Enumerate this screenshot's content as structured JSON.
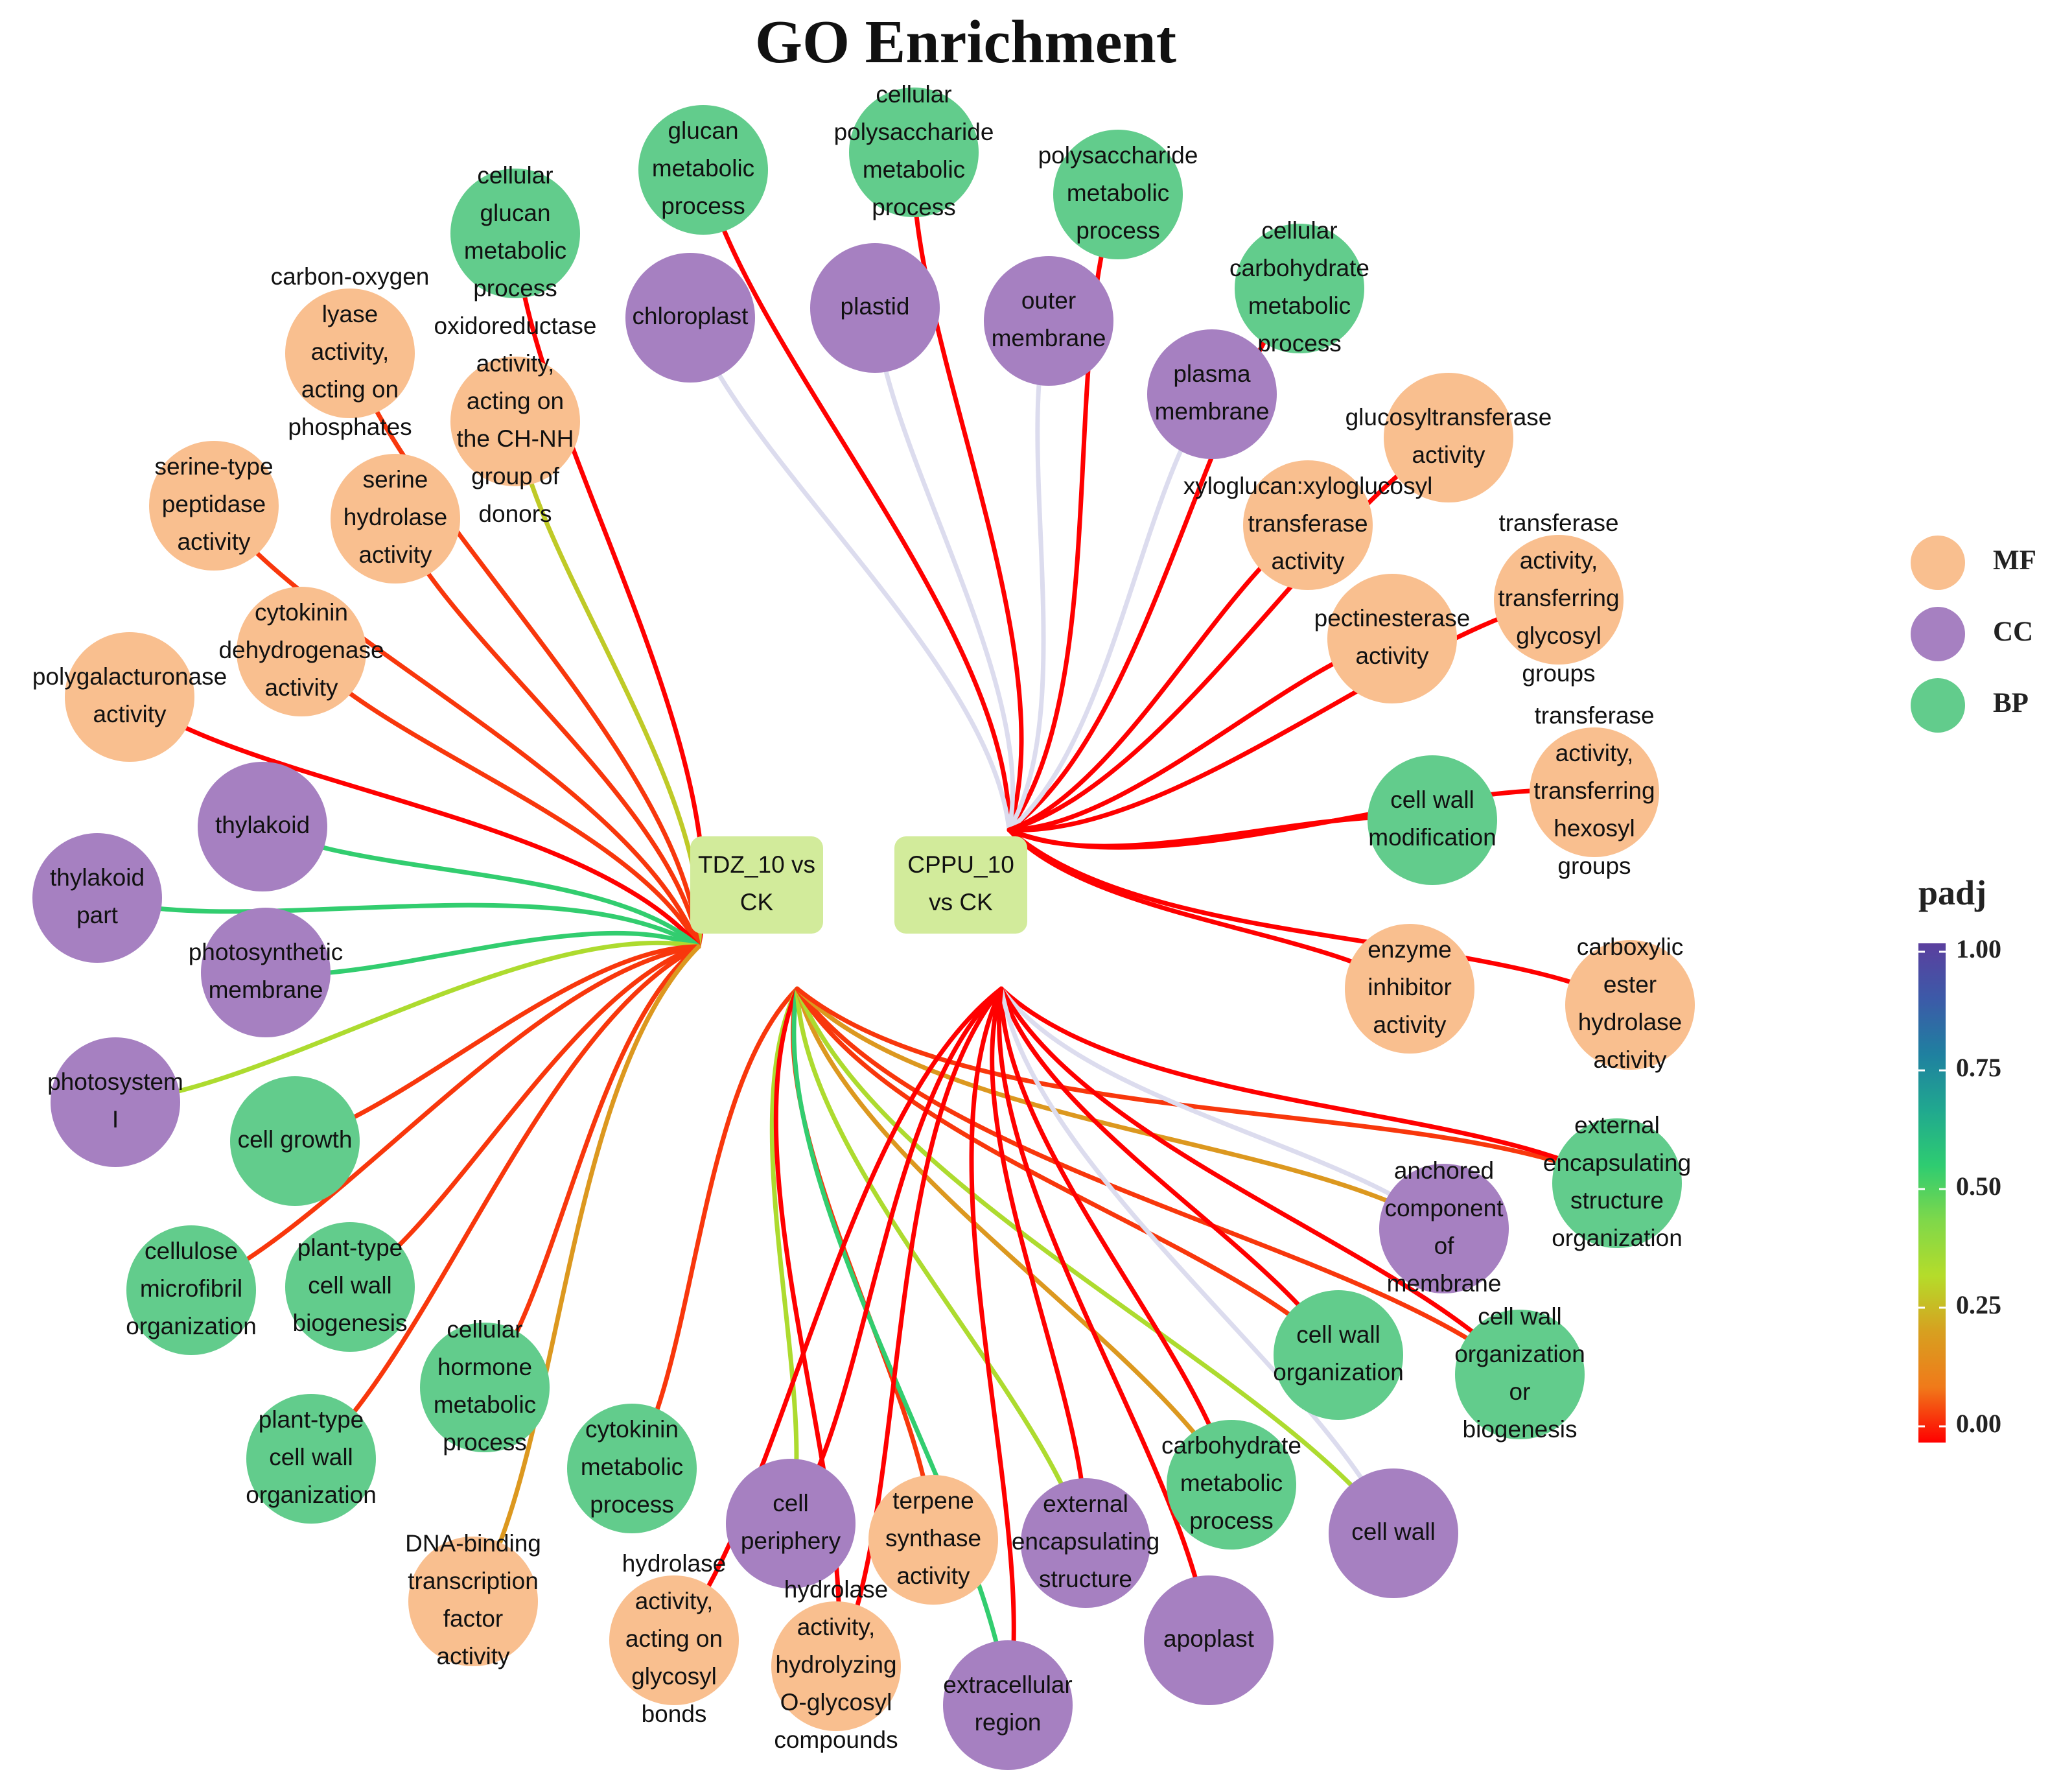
{
  "title": "GO Enrichment",
  "colors": {
    "MF": "#f9bf8f",
    "CC": "#a680c1",
    "BP": "#62cc8c",
    "hub": "#d2eb9b",
    "edge_low": "#ff1a1a",
    "edge_high": "#dcdcee"
  },
  "hubs": [
    {
      "id": "tdz",
      "label": [
        "TDZ_10 vs",
        "CK"
      ]
    },
    {
      "id": "cppu",
      "label": [
        "CPPU_10",
        "vs CK"
      ]
    }
  ],
  "legend": {
    "items": [
      {
        "label": "MF",
        "category": "MF"
      },
      {
        "label": "CC",
        "category": "CC"
      },
      {
        "label": "BP",
        "category": "BP"
      }
    ]
  },
  "color_scale": {
    "title": "padj",
    "ticks": [
      "1.00",
      "0.75",
      "0.50",
      "0.25",
      "0.00"
    ],
    "stops": [
      "#ff0000",
      "#f07a1a",
      "#d7a020",
      "#b5dc2a",
      "#7fd84a",
      "#2ecc71",
      "#20a88f",
      "#1f80a0",
      "#3c5aa8",
      "#5b3f9e"
    ]
  },
  "terms": [
    {
      "id": "glucan-metabolic",
      "cat": "BP",
      "label": [
        "glucan",
        "metabolic",
        "process"
      ]
    },
    {
      "id": "cellular-polysaccharide",
      "cat": "BP",
      "label": [
        "cellular",
        "polysaccharide",
        "metabolic",
        "process"
      ]
    },
    {
      "id": "polysaccharide-metabolic",
      "cat": "BP",
      "label": [
        "polysaccharide",
        "metabolic",
        "process"
      ]
    },
    {
      "id": "cellular-glucan",
      "cat": "BP",
      "label": [
        "cellular",
        "glucan",
        "metabolic",
        "process"
      ]
    },
    {
      "id": "cellular-carbohydrate",
      "cat": "BP",
      "label": [
        "cellular",
        "carbohydrate",
        "metabolic",
        "process"
      ]
    },
    {
      "id": "chloroplast",
      "cat": "CC",
      "label": [
        "chloroplast"
      ]
    },
    {
      "id": "plastid",
      "cat": "CC",
      "label": [
        "plastid"
      ]
    },
    {
      "id": "outer-membrane",
      "cat": "CC",
      "label": [
        "outer",
        "membrane"
      ]
    },
    {
      "id": "plasma-membrane",
      "cat": "CC",
      "label": [
        "plasma",
        "membrane"
      ]
    },
    {
      "id": "carbon-oxygen-lyase",
      "cat": "MF",
      "label": [
        "carbon-oxygen",
        "lyase",
        "activity,",
        "acting on",
        "phosphates"
      ]
    },
    {
      "id": "oxidoreductase-ch-nh",
      "cat": "MF",
      "label": [
        "oxidoreductase",
        "activity,",
        "acting on",
        "the CH-NH",
        "group of",
        "donors"
      ]
    },
    {
      "id": "glucosyltransferase",
      "cat": "MF",
      "label": [
        "glucosyltransferase",
        "activity"
      ]
    },
    {
      "id": "xyloglucan-transferase",
      "cat": "MF",
      "label": [
        "xyloglucan:xyloglucosyl",
        "transferase",
        "activity"
      ]
    },
    {
      "id": "serine-peptidase",
      "cat": "MF",
      "label": [
        "serine-type",
        "peptidase",
        "activity"
      ]
    },
    {
      "id": "serine-hydrolase",
      "cat": "MF",
      "label": [
        "serine",
        "hydrolase",
        "activity"
      ]
    },
    {
      "id": "transferase-glycosyl",
      "cat": "MF",
      "label": [
        "transferase",
        "activity,",
        "transferring",
        "glycosyl",
        "groups"
      ]
    },
    {
      "id": "pectinesterase",
      "cat": "MF",
      "label": [
        "pectinesterase",
        "activity"
      ]
    },
    {
      "id": "cytokinin-dehydrogenase",
      "cat": "MF",
      "label": [
        "cytokinin",
        "dehydrogenase",
        "activity"
      ]
    },
    {
      "id": "polygalacturonase",
      "cat": "MF",
      "label": [
        "polygalacturonase",
        "activity"
      ]
    },
    {
      "id": "transferase-hexosyl",
      "cat": "MF",
      "label": [
        "transferase",
        "activity,",
        "transferring",
        "hexosyl",
        "groups"
      ]
    },
    {
      "id": "cell-wall-modification",
      "cat": "BP",
      "label": [
        "cell wall",
        "modification"
      ]
    },
    {
      "id": "thylakoid",
      "cat": "CC",
      "label": [
        "thylakoid"
      ]
    },
    {
      "id": "thylakoid-part",
      "cat": "CC",
      "label": [
        "thylakoid",
        "part"
      ]
    },
    {
      "id": "photosynthetic-membrane",
      "cat": "CC",
      "label": [
        "photosynthetic",
        "membrane"
      ]
    },
    {
      "id": "enzyme-inhibitor",
      "cat": "MF",
      "label": [
        "enzyme",
        "inhibitor",
        "activity"
      ]
    },
    {
      "id": "carboxylic-ester-hydrolase",
      "cat": "MF",
      "label": [
        "carboxylic",
        "ester",
        "hydrolase",
        "activity"
      ]
    },
    {
      "id": "photosystem-i",
      "cat": "CC",
      "label": [
        "photosystem",
        "I"
      ]
    },
    {
      "id": "cell-growth",
      "cat": "BP",
      "label": [
        "cell growth"
      ]
    },
    {
      "id": "external-encapsulating-org",
      "cat": "BP",
      "label": [
        "external",
        "encapsulating",
        "structure",
        "organization"
      ]
    },
    {
      "id": "anchored-component",
      "cat": "CC",
      "label": [
        "anchored",
        "component",
        "of",
        "membrane"
      ]
    },
    {
      "id": "cellulose-microfibril",
      "cat": "BP",
      "label": [
        "cellulose",
        "microfibril",
        "organization"
      ]
    },
    {
      "id": "plant-cell-wall-biogenesis",
      "cat": "BP",
      "label": [
        "plant-type",
        "cell wall",
        "biogenesis"
      ]
    },
    {
      "id": "cellular-hormone",
      "cat": "BP",
      "label": [
        "cellular",
        "hormone",
        "metabolic",
        "process"
      ]
    },
    {
      "id": "cell-wall-organization",
      "cat": "BP",
      "label": [
        "cell wall",
        "organization"
      ]
    },
    {
      "id": "cell-wall-org-biogenesis",
      "cat": "BP",
      "label": [
        "cell wall",
        "organization",
        "or",
        "biogenesis"
      ]
    },
    {
      "id": "plant-cell-wall-organization",
      "cat": "BP",
      "label": [
        "plant-type",
        "cell wall",
        "organization"
      ]
    },
    {
      "id": "cytokinin-metabolic",
      "cat": "BP",
      "label": [
        "cytokinin",
        "metabolic",
        "process"
      ]
    },
    {
      "id": "cell-periphery",
      "cat": "CC",
      "label": [
        "cell",
        "periphery"
      ]
    },
    {
      "id": "terpene-synthase",
      "cat": "MF",
      "label": [
        "terpene",
        "synthase",
        "activity"
      ]
    },
    {
      "id": "external-encapsulating-structure",
      "cat": "CC",
      "label": [
        "external",
        "encapsulating",
        "structure"
      ]
    },
    {
      "id": "carbohydrate-metabolic",
      "cat": "BP",
      "label": [
        "carbohydrate",
        "metabolic",
        "process"
      ]
    },
    {
      "id": "cell-wall",
      "cat": "CC",
      "label": [
        "cell wall"
      ]
    },
    {
      "id": "dna-binding-tf",
      "cat": "MF",
      "label": [
        "DNA-binding",
        "transcription",
        "factor",
        "activity"
      ]
    },
    {
      "id": "hydrolase-glycosyl-bonds",
      "cat": "MF",
      "label": [
        "hydrolase",
        "activity,",
        "acting on",
        "glycosyl",
        "bonds"
      ]
    },
    {
      "id": "hydrolase-o-glycosyl",
      "cat": "MF",
      "label": [
        "hydrolase",
        "activity,",
        "hydrolyzing",
        "O-glycosyl",
        "compounds"
      ]
    },
    {
      "id": "extracellular-region",
      "cat": "CC",
      "label": [
        "extracellular",
        "region"
      ]
    },
    {
      "id": "apoplast",
      "cat": "CC",
      "label": [
        "apoplast"
      ]
    }
  ],
  "edges": [
    {
      "hub": "tdz",
      "term": "cellular-glucan",
      "padj": 0.0
    },
    {
      "hub": "tdz",
      "term": "carbon-oxygen-lyase",
      "padj": 0.05
    },
    {
      "hub": "tdz",
      "term": "oxidoreductase-ch-nh",
      "padj": 0.3
    },
    {
      "hub": "tdz",
      "term": "serine-peptidase",
      "padj": 0.05
    },
    {
      "hub": "tdz",
      "term": "serine-hydrolase",
      "padj": 0.05
    },
    {
      "hub": "tdz",
      "term": "cytokinin-dehydrogenase",
      "padj": 0.05
    },
    {
      "hub": "tdz",
      "term": "polygalacturonase",
      "padj": 0.0
    },
    {
      "hub": "tdz",
      "term": "thylakoid",
      "padj": 0.55
    },
    {
      "hub": "tdz",
      "term": "thylakoid-part",
      "padj": 0.55
    },
    {
      "hub": "tdz",
      "term": "photosynthetic-membrane",
      "padj": 0.55
    },
    {
      "hub": "tdz",
      "term": "photosystem-i",
      "padj": 0.35
    },
    {
      "hub": "tdz",
      "term": "cell-growth",
      "padj": 0.05
    },
    {
      "hub": "tdz",
      "term": "cellulose-microfibril",
      "padj": 0.05
    },
    {
      "hub": "tdz",
      "term": "plant-cell-wall-biogenesis",
      "padj": 0.05
    },
    {
      "hub": "tdz",
      "term": "cellular-hormone",
      "padj": 0.05
    },
    {
      "hub": "tdz",
      "term": "plant-cell-wall-organization",
      "padj": 0.05
    },
    {
      "hub": "tdz",
      "term": "cytokinin-metabolic",
      "padj": 0.05
    },
    {
      "hub": "tdz",
      "term": "dna-binding-tf",
      "padj": 0.2
    },
    {
      "hub": "tdz",
      "term": "cell-periphery",
      "padj": 0.35
    },
    {
      "hub": "tdz",
      "term": "terpene-synthase",
      "padj": 0.05
    },
    {
      "hub": "tdz",
      "term": "hydrolase-o-glycosyl",
      "padj": 0.0
    },
    {
      "hub": "tdz",
      "term": "extracellular-region",
      "padj": 0.55
    },
    {
      "hub": "tdz",
      "term": "external-encapsulating-structure",
      "padj": 0.35
    },
    {
      "hub": "tdz",
      "term": "carbohydrate-metabolic",
      "padj": 0.2
    },
    {
      "hub": "tdz",
      "term": "cell-wall",
      "padj": 0.35
    },
    {
      "hub": "tdz",
      "term": "cell-wall-organization",
      "padj": 0.05
    },
    {
      "hub": "tdz",
      "term": "cell-wall-org-biogenesis",
      "padj": 0.05
    },
    {
      "hub": "tdz",
      "term": "anchored-component",
      "padj": 0.2
    },
    {
      "hub": "tdz",
      "term": "external-encapsulating-org",
      "padj": 0.05
    },
    {
      "hub": "cppu",
      "term": "glucan-metabolic",
      "padj": 0.0
    },
    {
      "hub": "cppu",
      "term": "cellular-polysaccharide",
      "padj": 0.0
    },
    {
      "hub": "cppu",
      "term": "polysaccharide-metabolic",
      "padj": 0.0
    },
    {
      "hub": "cppu",
      "term": "cellular-carbohydrate",
      "padj": 0.0
    },
    {
      "hub": "cppu",
      "term": "chloroplast",
      "padj": 1.0
    },
    {
      "hub": "cppu",
      "term": "plastid",
      "padj": 1.0
    },
    {
      "hub": "cppu",
      "term": "outer-membrane",
      "padj": 1.0
    },
    {
      "hub": "cppu",
      "term": "plasma-membrane",
      "padj": 1.0
    },
    {
      "hub": "cppu",
      "term": "glucosyltransferase",
      "padj": 0.0
    },
    {
      "hub": "cppu",
      "term": "xyloglucan-transferase",
      "padj": 0.0
    },
    {
      "hub": "cppu",
      "term": "transferase-glycosyl",
      "padj": 0.0
    },
    {
      "hub": "cppu",
      "term": "pectinesterase",
      "padj": 0.0
    },
    {
      "hub": "cppu",
      "term": "transferase-hexosyl",
      "padj": 0.0
    },
    {
      "hub": "cppu",
      "term": "cell-wall-modification",
      "padj": 0.0
    },
    {
      "hub": "cppu",
      "term": "enzyme-inhibitor",
      "padj": 0.0
    },
    {
      "hub": "cppu",
      "term": "carboxylic-ester-hydrolase",
      "padj": 0.0
    },
    {
      "hub": "cppu",
      "term": "external-encapsulating-org",
      "padj": 0.0
    },
    {
      "hub": "cppu",
      "term": "anchored-component",
      "padj": 1.0
    },
    {
      "hub": "cppu",
      "term": "cell-wall-organization",
      "padj": 0.0
    },
    {
      "hub": "cppu",
      "term": "cell-wall-org-biogenesis",
      "padj": 0.0
    },
    {
      "hub": "cppu",
      "term": "carbohydrate-metabolic",
      "padj": 0.0
    },
    {
      "hub": "cppu",
      "term": "cell-wall",
      "padj": 1.0
    },
    {
      "hub": "cppu",
      "term": "apoplast",
      "padj": 0.0
    },
    {
      "hub": "cppu",
      "term": "extracellular-region",
      "padj": 0.0
    },
    {
      "hub": "cppu",
      "term": "external-encapsulating-structure",
      "padj": 0.0
    },
    {
      "hub": "cppu",
      "term": "hydrolase-o-glycosyl",
      "padj": 0.0
    },
    {
      "hub": "cppu",
      "term": "hydrolase-glycosyl-bonds",
      "padj": 0.0
    },
    {
      "hub": "cppu",
      "term": "cell-periphery",
      "padj": 0.0
    }
  ]
}
